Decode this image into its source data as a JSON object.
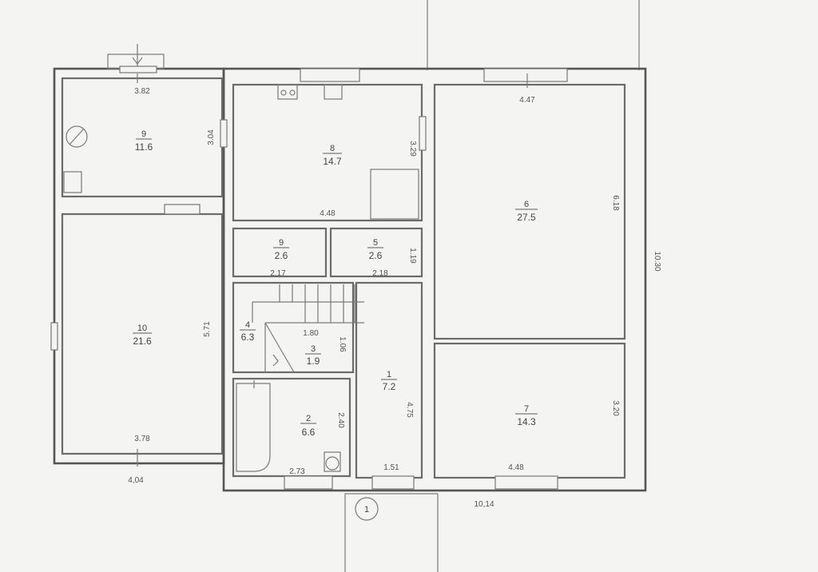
{
  "rooms": [
    {
      "id": "9a",
      "number": "9",
      "area": "11.6"
    },
    {
      "id": "10",
      "number": "10",
      "area": "21.6"
    },
    {
      "id": "8",
      "number": "8",
      "area": "14.7"
    },
    {
      "id": "9b",
      "number": "9",
      "area": "2.6"
    },
    {
      "id": "5",
      "number": "5",
      "area": "2.6"
    },
    {
      "id": "6",
      "number": "6",
      "area": "27.5"
    },
    {
      "id": "4",
      "number": "4",
      "area": "6.3"
    },
    {
      "id": "3",
      "number": "3",
      "area": "1.9"
    },
    {
      "id": "1",
      "number": "1",
      "area": "7.2"
    },
    {
      "id": "2",
      "number": "2",
      "area": "6.6"
    },
    {
      "id": "7",
      "number": "7",
      "area": "14.3"
    }
  ],
  "dimensions": {
    "d382": "3.82",
    "d304": "3.04",
    "d448a": "4.48",
    "d329": "3.29",
    "d447": "4.47",
    "d618": "6.18",
    "d1030": "10.30",
    "d217": "2.17",
    "d218": "2.18",
    "d119": "1.19",
    "d571": "5.71",
    "d180": "1.80",
    "d106": "1.06",
    "d475": "4.75",
    "d240": "2.40",
    "d320": "3.20",
    "d378": "3.78",
    "d404": "4,04",
    "d273": "2.73",
    "d151": "1.51",
    "d448b": "4.48",
    "d1014": "10,14"
  },
  "entrance_marker": "1"
}
